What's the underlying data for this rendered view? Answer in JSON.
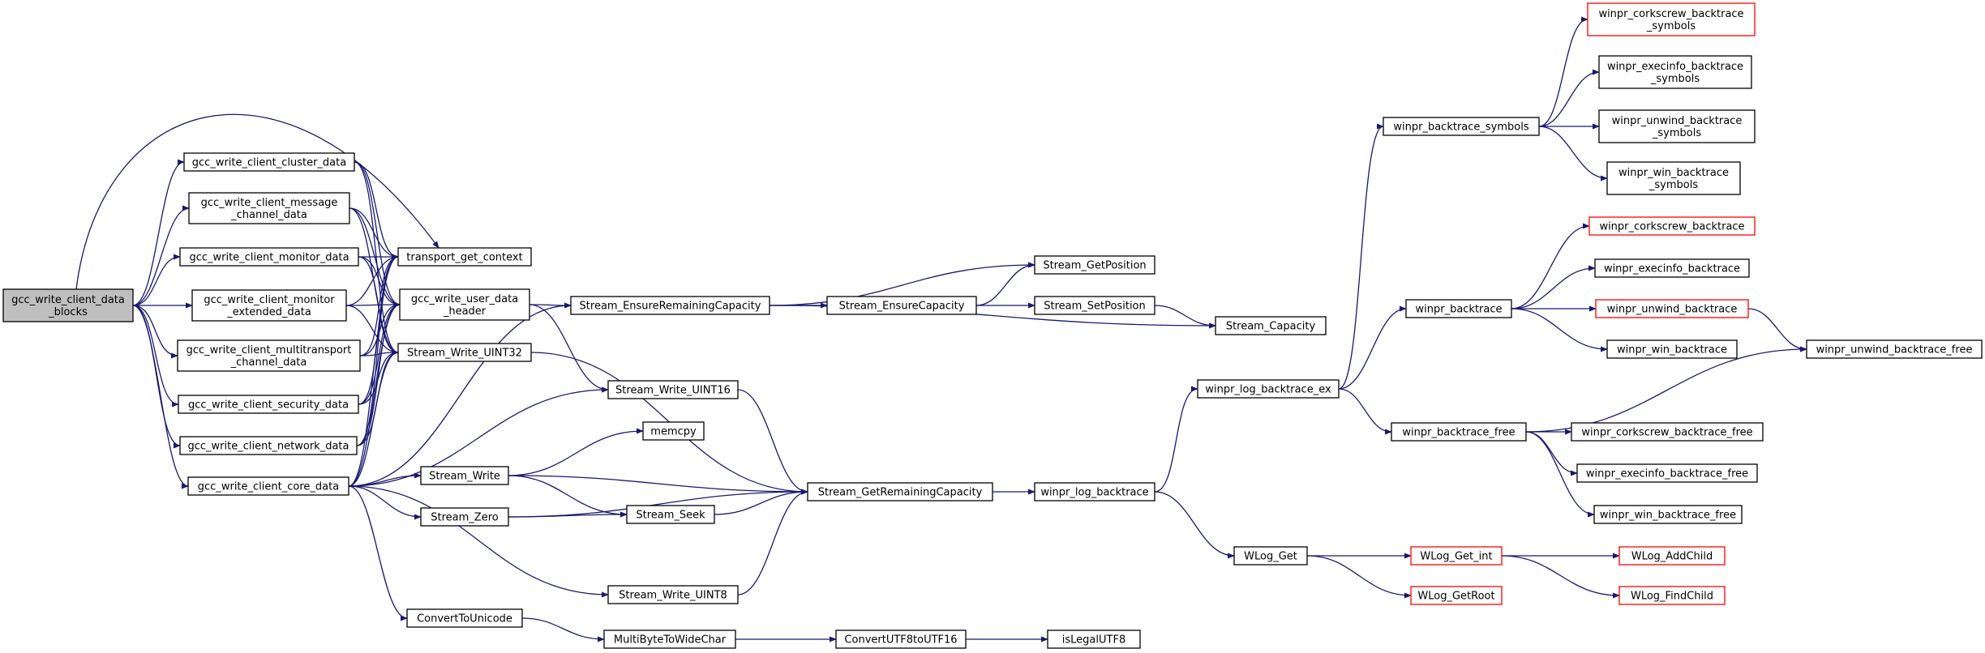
{
  "graph": {
    "edge_color": "#191970",
    "root_fill": "#bfbfbf",
    "truncated_border_color": "#ff0000",
    "nodes": [
      {
        "id": "root",
        "lines": [
          "gcc_write_client_data",
          "_blocks"
        ],
        "root": true
      },
      {
        "id": "cluster",
        "lines": [
          "gcc_write_client_cluster_data"
        ]
      },
      {
        "id": "message",
        "lines": [
          "gcc_write_client_message",
          "_channel_data"
        ]
      },
      {
        "id": "monitor",
        "lines": [
          "gcc_write_client_monitor_data"
        ]
      },
      {
        "id": "monitor_ext",
        "lines": [
          "gcc_write_client_monitor",
          "_extended_data"
        ]
      },
      {
        "id": "multitransport",
        "lines": [
          "gcc_write_client_multitransport",
          "_channel_data"
        ]
      },
      {
        "id": "security",
        "lines": [
          "gcc_write_client_security_data"
        ]
      },
      {
        "id": "network",
        "lines": [
          "gcc_write_client_network_data"
        ]
      },
      {
        "id": "core",
        "lines": [
          "gcc_write_client_core_data"
        ]
      },
      {
        "id": "transport",
        "lines": [
          "transport_get_context"
        ]
      },
      {
        "id": "user_header",
        "lines": [
          "gcc_write_user_data",
          "_header"
        ]
      },
      {
        "id": "uint32",
        "lines": [
          "Stream_Write_UINT32"
        ]
      },
      {
        "id": "ensure_rem",
        "lines": [
          "Stream_EnsureRemainingCapacity"
        ]
      },
      {
        "id": "uint16",
        "lines": [
          "Stream_Write_UINT16"
        ]
      },
      {
        "id": "memcpy",
        "lines": [
          "memcpy"
        ]
      },
      {
        "id": "swrite",
        "lines": [
          "Stream_Write"
        ]
      },
      {
        "id": "szero",
        "lines": [
          "Stream_Zero"
        ]
      },
      {
        "id": "sseek",
        "lines": [
          "Stream_Seek"
        ]
      },
      {
        "id": "uint8",
        "lines": [
          "Stream_Write_UINT8"
        ]
      },
      {
        "id": "tounicode",
        "lines": [
          "ConvertToUnicode"
        ]
      },
      {
        "id": "mb2wc",
        "lines": [
          "MultiByteToWideChar"
        ]
      },
      {
        "id": "utf8to16",
        "lines": [
          "ConvertUTF8toUTF16"
        ]
      },
      {
        "id": "islegal",
        "lines": [
          "isLegalUTF8"
        ]
      },
      {
        "id": "ensure_cap",
        "lines": [
          "Stream_EnsureCapacity"
        ]
      },
      {
        "id": "getpos",
        "lines": [
          "Stream_GetPosition"
        ]
      },
      {
        "id": "setpos",
        "lines": [
          "Stream_SetPosition"
        ]
      },
      {
        "id": "capacity",
        "lines": [
          "Stream_Capacity"
        ]
      },
      {
        "id": "getrem",
        "lines": [
          "Stream_GetRemainingCapacity"
        ]
      },
      {
        "id": "log_bt",
        "lines": [
          "winpr_log_backtrace"
        ]
      },
      {
        "id": "log_bt_ex",
        "lines": [
          "winpr_log_backtrace_ex"
        ]
      },
      {
        "id": "wlog_get",
        "lines": [
          "WLog_Get"
        ]
      },
      {
        "id": "wlog_get_int",
        "lines": [
          "WLog_Get_int"
        ],
        "red": true
      },
      {
        "id": "wlog_getroot",
        "lines": [
          "WLog_GetRoot"
        ],
        "red": true
      },
      {
        "id": "wlog_addchild",
        "lines": [
          "WLog_AddChild"
        ],
        "red": true
      },
      {
        "id": "wlog_findchild",
        "lines": [
          "WLog_FindChild"
        ],
        "red": true
      },
      {
        "id": "bt_symbols",
        "lines": [
          "winpr_backtrace_symbols"
        ]
      },
      {
        "id": "bt",
        "lines": [
          "winpr_backtrace"
        ]
      },
      {
        "id": "bt_free",
        "lines": [
          "winpr_backtrace_free"
        ]
      },
      {
        "id": "cork_sym",
        "lines": [
          "winpr_corkscrew_backtrace",
          "_symbols"
        ],
        "red": true
      },
      {
        "id": "exec_sym",
        "lines": [
          "winpr_execinfo_backtrace",
          "_symbols"
        ]
      },
      {
        "id": "unwind_sym",
        "lines": [
          "winpr_unwind_backtrace",
          "_symbols"
        ]
      },
      {
        "id": "win_sym",
        "lines": [
          "winpr_win_backtrace",
          "_symbols"
        ]
      },
      {
        "id": "cork_bt",
        "lines": [
          "winpr_corkscrew_backtrace"
        ],
        "red": true
      },
      {
        "id": "exec_bt",
        "lines": [
          "winpr_execinfo_backtrace"
        ]
      },
      {
        "id": "unwind_bt",
        "lines": [
          "winpr_unwind_backtrace"
        ],
        "red": true
      },
      {
        "id": "win_bt",
        "lines": [
          "winpr_win_backtrace"
        ]
      },
      {
        "id": "unwind_free",
        "lines": [
          "winpr_unwind_backtrace_free"
        ]
      },
      {
        "id": "cork_free",
        "lines": [
          "winpr_corkscrew_backtrace_free"
        ]
      },
      {
        "id": "exec_free",
        "lines": [
          "winpr_execinfo_backtrace_free"
        ]
      },
      {
        "id": "win_free",
        "lines": [
          "winpr_win_backtrace_free"
        ]
      }
    ],
    "edges": [
      [
        "root",
        "cluster"
      ],
      [
        "root",
        "message"
      ],
      [
        "root",
        "monitor"
      ],
      [
        "root",
        "monitor_ext"
      ],
      [
        "root",
        "multitransport"
      ],
      [
        "root",
        "security"
      ],
      [
        "root",
        "network"
      ],
      [
        "root",
        "core"
      ],
      [
        "root",
        "transport"
      ],
      [
        "cluster",
        "transport"
      ],
      [
        "cluster",
        "user_header"
      ],
      [
        "cluster",
        "uint32"
      ],
      [
        "message",
        "transport"
      ],
      [
        "message",
        "user_header"
      ],
      [
        "message",
        "uint32"
      ],
      [
        "monitor",
        "transport"
      ],
      [
        "monitor",
        "user_header"
      ],
      [
        "monitor",
        "uint32"
      ],
      [
        "monitor_ext",
        "transport"
      ],
      [
        "monitor_ext",
        "user_header"
      ],
      [
        "monitor_ext",
        "uint32"
      ],
      [
        "multitransport",
        "transport"
      ],
      [
        "multitransport",
        "user_header"
      ],
      [
        "multitransport",
        "uint32"
      ],
      [
        "security",
        "transport"
      ],
      [
        "security",
        "user_header"
      ],
      [
        "security",
        "uint32"
      ],
      [
        "network",
        "transport"
      ],
      [
        "network",
        "user_header"
      ],
      [
        "network",
        "uint32"
      ],
      [
        "core",
        "transport"
      ],
      [
        "core",
        "user_header"
      ],
      [
        "core",
        "uint32"
      ],
      [
        "core",
        "ensure_rem"
      ],
      [
        "core",
        "uint16"
      ],
      [
        "core",
        "swrite"
      ],
      [
        "core",
        "szero"
      ],
      [
        "core",
        "uint8"
      ],
      [
        "core",
        "tounicode"
      ],
      [
        "user_header",
        "ensure_rem"
      ],
      [
        "user_header",
        "uint16"
      ],
      [
        "uint32",
        "getrem"
      ],
      [
        "ensure_rem",
        "ensure_cap"
      ],
      [
        "ensure_rem",
        "getpos"
      ],
      [
        "ensure_rem",
        "capacity"
      ],
      [
        "ensure_cap",
        "getpos"
      ],
      [
        "ensure_cap",
        "setpos"
      ],
      [
        "setpos",
        "capacity"
      ],
      [
        "uint16",
        "getrem"
      ],
      [
        "swrite",
        "memcpy"
      ],
      [
        "swrite",
        "sseek"
      ],
      [
        "swrite",
        "getrem"
      ],
      [
        "szero",
        "sseek"
      ],
      [
        "szero",
        "getrem"
      ],
      [
        "sseek",
        "getrem"
      ],
      [
        "uint8",
        "getrem"
      ],
      [
        "tounicode",
        "mb2wc"
      ],
      [
        "mb2wc",
        "utf8to16"
      ],
      [
        "utf8to16",
        "islegal"
      ],
      [
        "getrem",
        "log_bt"
      ],
      [
        "log_bt",
        "log_bt_ex"
      ],
      [
        "log_bt",
        "wlog_get"
      ],
      [
        "wlog_get",
        "wlog_get_int"
      ],
      [
        "wlog_get",
        "wlog_getroot"
      ],
      [
        "wlog_get_int",
        "wlog_addchild"
      ],
      [
        "wlog_get_int",
        "wlog_findchild"
      ],
      [
        "log_bt_ex",
        "bt_symbols"
      ],
      [
        "log_bt_ex",
        "bt"
      ],
      [
        "log_bt_ex",
        "bt_free"
      ],
      [
        "bt_symbols",
        "cork_sym"
      ],
      [
        "bt_symbols",
        "exec_sym"
      ],
      [
        "bt_symbols",
        "unwind_sym"
      ],
      [
        "bt_symbols",
        "win_sym"
      ],
      [
        "bt",
        "cork_bt"
      ],
      [
        "bt",
        "exec_bt"
      ],
      [
        "bt",
        "unwind_bt"
      ],
      [
        "bt",
        "win_bt"
      ],
      [
        "unwind_bt",
        "unwind_free"
      ],
      [
        "bt_free",
        "unwind_free"
      ],
      [
        "bt_free",
        "cork_free"
      ],
      [
        "bt_free",
        "exec_free"
      ],
      [
        "bt_free",
        "win_free"
      ]
    ]
  }
}
